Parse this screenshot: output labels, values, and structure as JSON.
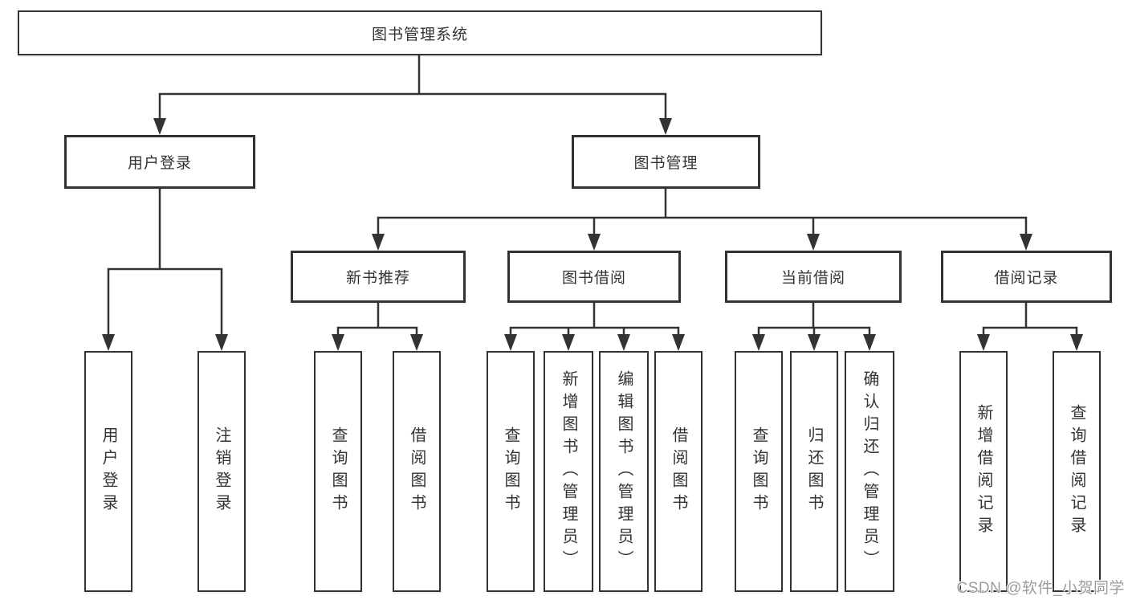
{
  "diagram": {
    "root": {
      "label": "图书管理系统",
      "children": [
        {
          "label": "用户登录",
          "children": [
            {
              "label": "用户登录"
            },
            {
              "label": "注销登录"
            }
          ]
        },
        {
          "label": "图书管理",
          "children": [
            {
              "label": "新书推荐",
              "children": [
                {
                  "label": "查询图书"
                },
                {
                  "label": "借阅图书"
                }
              ]
            },
            {
              "label": "图书借阅",
              "children": [
                {
                  "label": "查询图书"
                },
                {
                  "label": "新增图书（管理员）"
                },
                {
                  "label": "编辑图书（管理员）"
                },
                {
                  "label": "借阅图书"
                }
              ]
            },
            {
              "label": "当前借阅",
              "children": [
                {
                  "label": "查询图书"
                },
                {
                  "label": "归还图书"
                },
                {
                  "label": "确认归还（管理员）"
                }
              ]
            },
            {
              "label": "借阅记录",
              "children": [
                {
                  "label": "新增借阅记录"
                },
                {
                  "label": "查询借阅记录"
                }
              ]
            }
          ]
        }
      ]
    }
  },
  "watermark": {
    "text": "CSDN @软件_小贺同学"
  },
  "colors": {
    "line": "#333333",
    "box_border": "#333333",
    "box_background": "#ffffff",
    "label_text": "#333333",
    "watermark_text": "#9c9c9c"
  }
}
